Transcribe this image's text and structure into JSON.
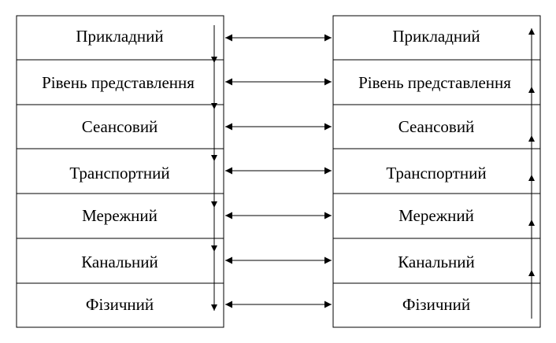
{
  "layers": [
    "Прикладний",
    "Рівень представлення",
    "Сеансовий",
    "Транспортний",
    "Мережний",
    "Канальний",
    "Фізичний"
  ],
  "colors": {
    "line": "#000000",
    "background": "#ffffff"
  }
}
